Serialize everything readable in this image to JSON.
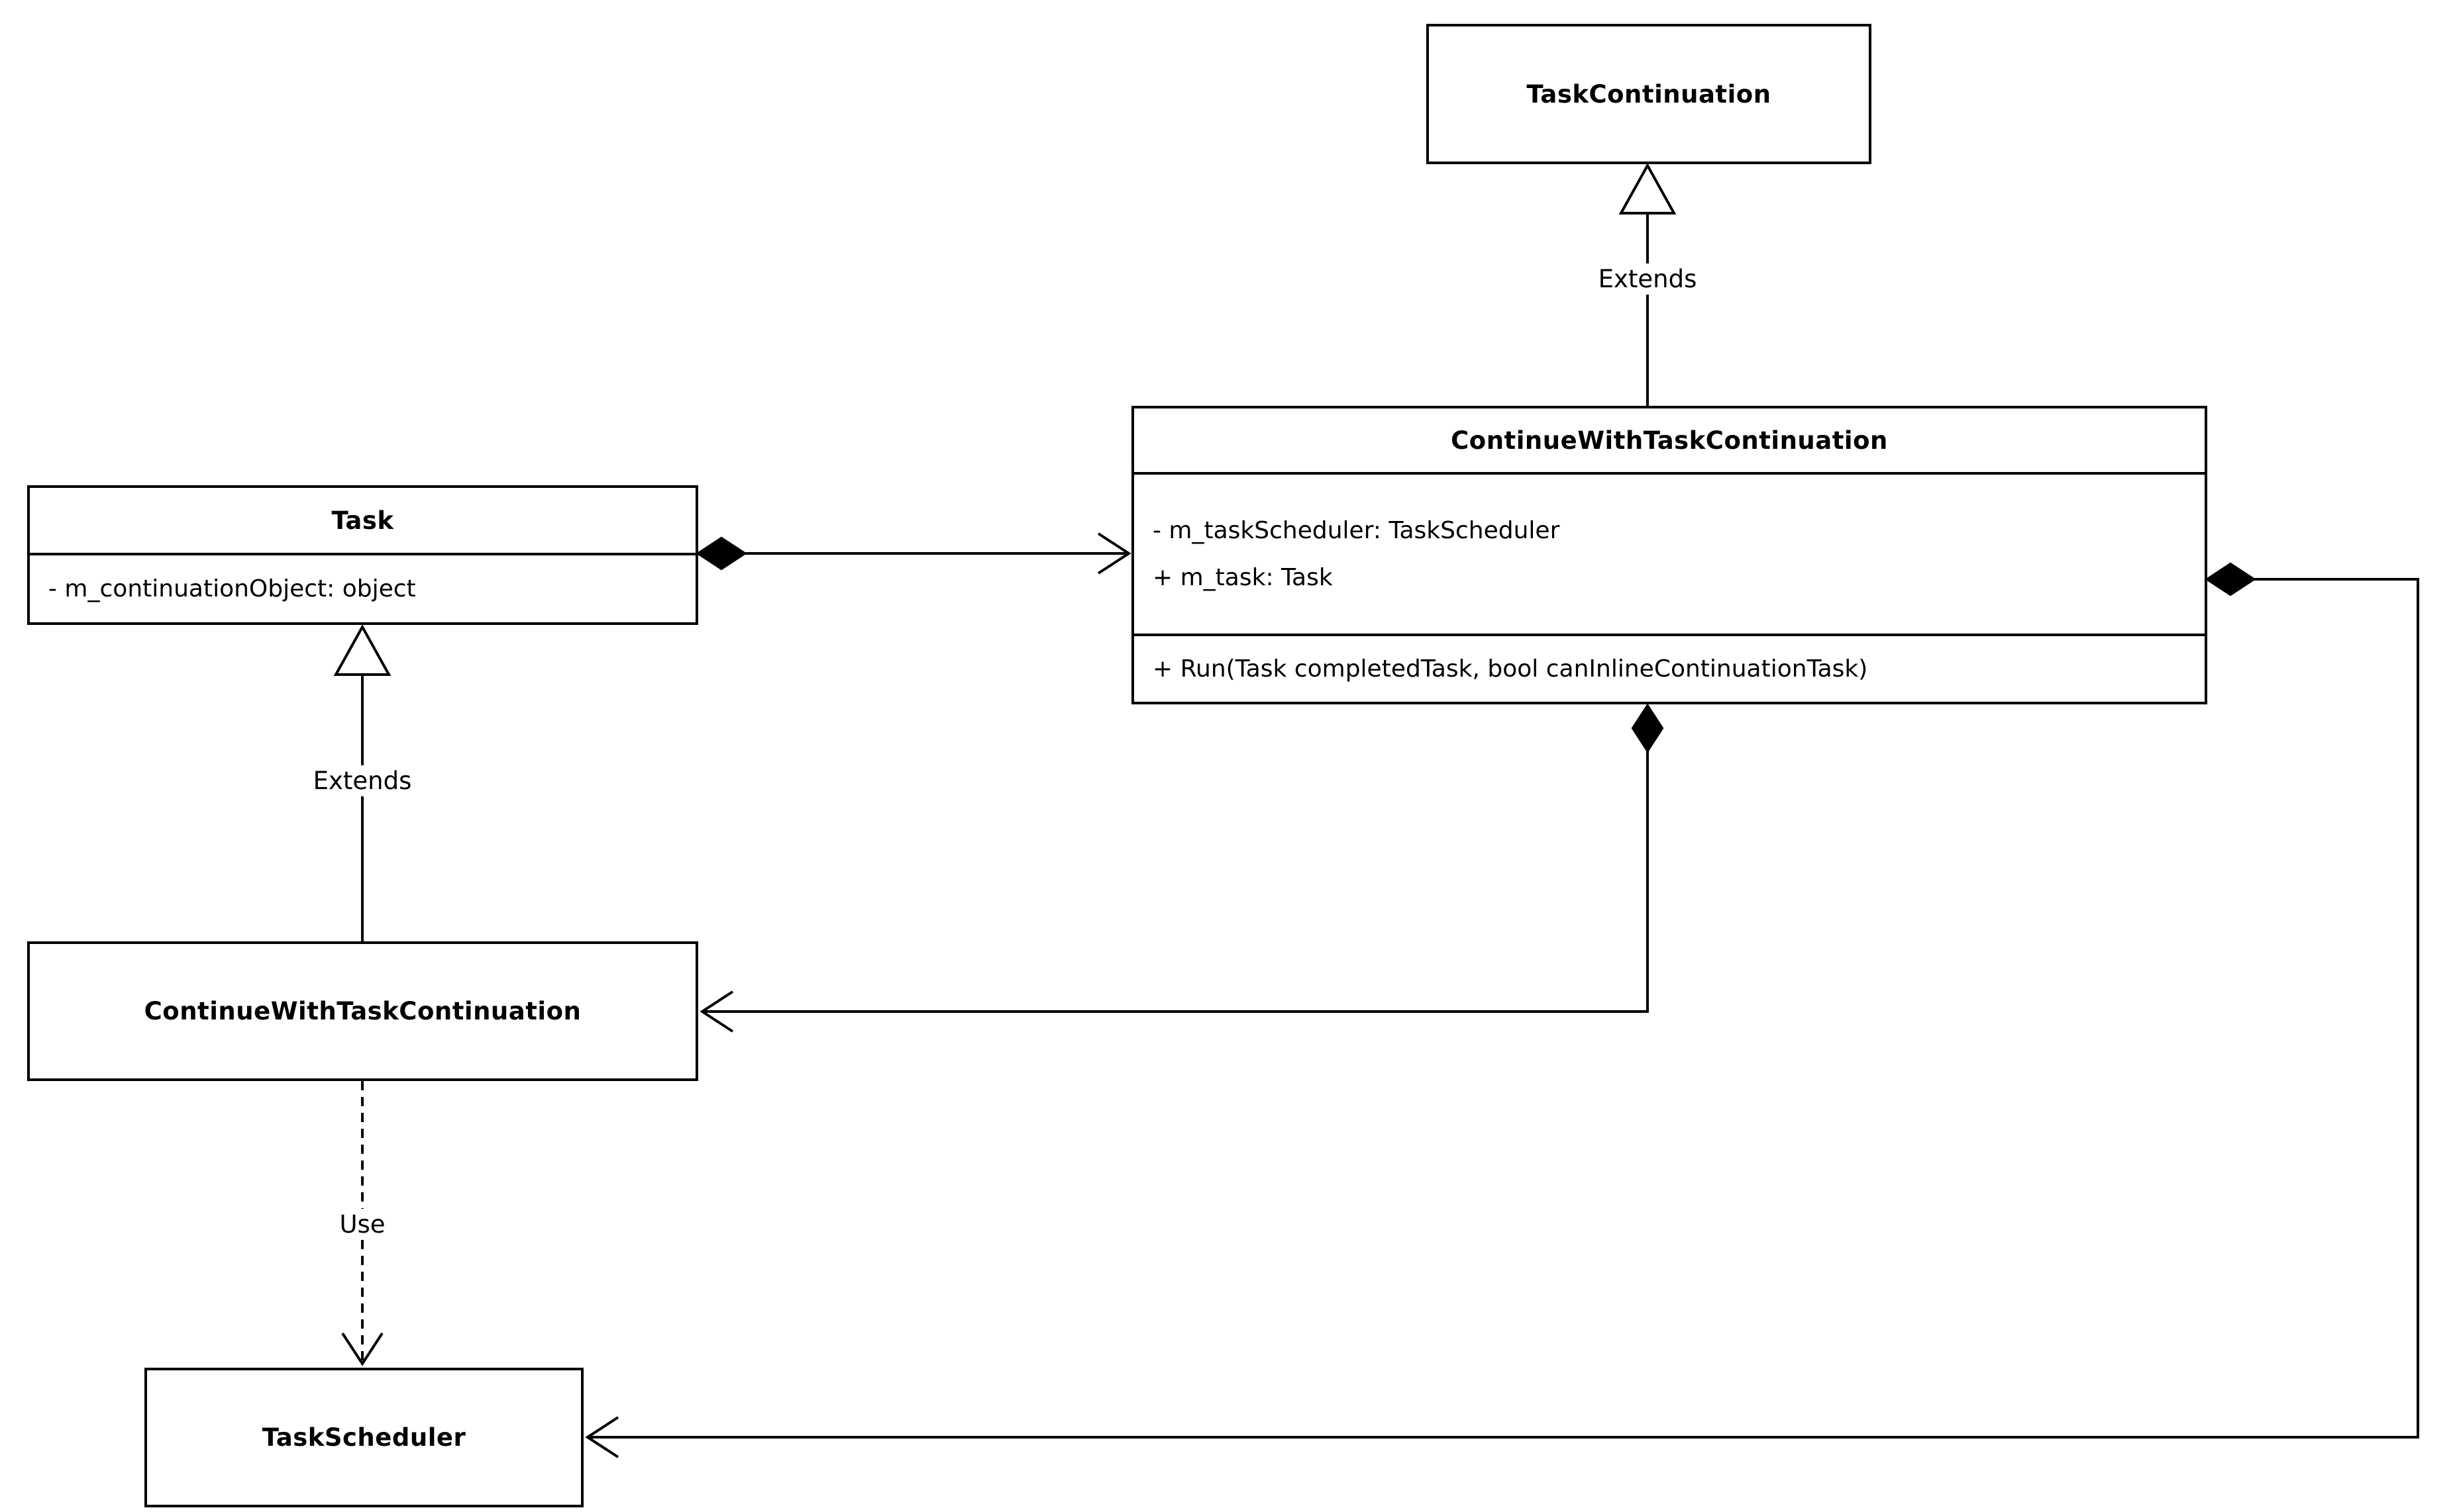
{
  "diagram": {
    "background_color": "#ffffff",
    "line_color": "#000000",
    "classes": {
      "task_continuation": {
        "title": "TaskContinuation"
      },
      "continue_with_task_continuation_main": {
        "title": "ContinueWithTaskContinuation",
        "fields": [
          "- m_taskScheduler: TaskScheduler",
          "+ m_task: Task"
        ],
        "methods": [
          "+ Run(Task completedTask, bool canInlineContinuationTask)"
        ]
      },
      "task": {
        "title": "Task",
        "fields": [
          "- m_continuationObject: object"
        ]
      },
      "continue_with_task_continuation_sub": {
        "title": "ContinueWithTaskContinuation"
      },
      "task_scheduler": {
        "title": "TaskScheduler"
      }
    },
    "relationships": {
      "extends_top_label": "Extends",
      "extends_left_label": "Extends",
      "use_label": "Use"
    }
  }
}
